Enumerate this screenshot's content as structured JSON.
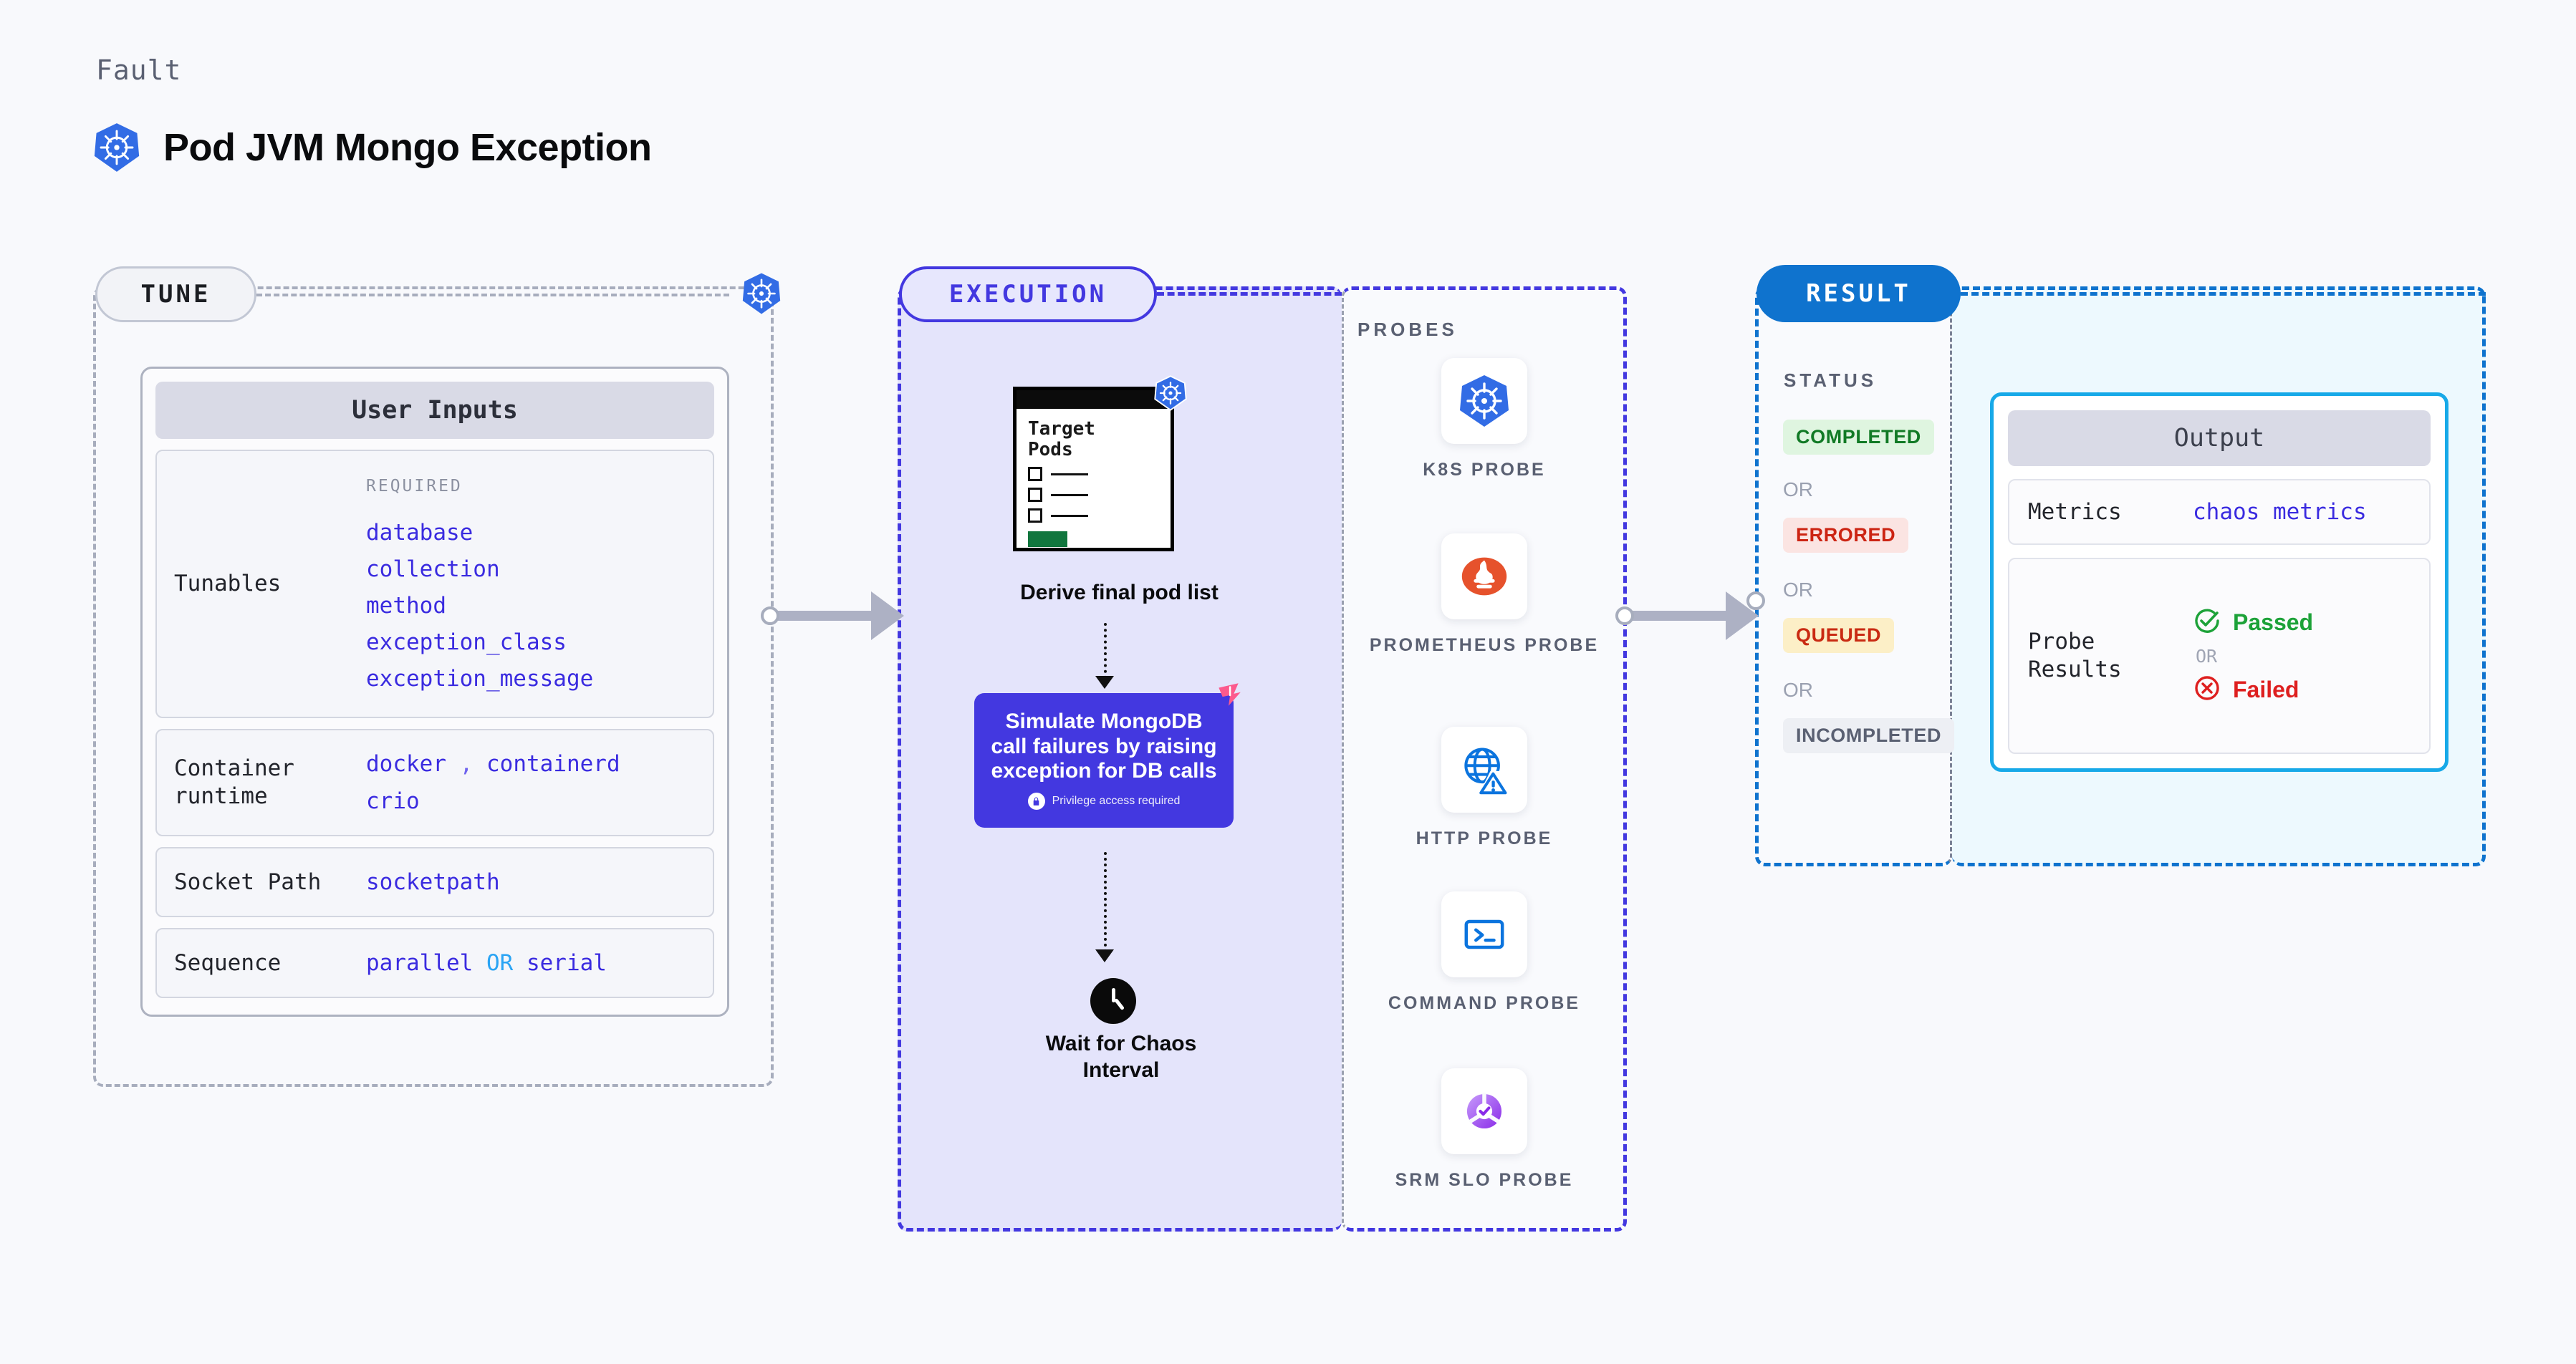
{
  "header": {
    "kicker": "Fault",
    "title": "Pod JVM Mongo Exception",
    "icon": "kubernetes-icon"
  },
  "stages": {
    "tune_label": "TUNE",
    "execution_label": "EXECUTION",
    "result_label": "RESULT"
  },
  "tune": {
    "card_title": "User Inputs",
    "tunables": {
      "label": "Tunables",
      "required_caption": "REQUIRED",
      "items": [
        "database",
        "collection",
        "method",
        "exception_class",
        "exception_message"
      ]
    },
    "rows": [
      {
        "label": "Container runtime",
        "values_line1": "docker",
        "separator": ",",
        "values_line1b": "containerd",
        "values_line2": "crio"
      },
      {
        "label": "Socket Path",
        "value": "socketpath"
      },
      {
        "label": "Sequence",
        "value_a": "parallel",
        "conjunction": "OR",
        "value_b": "serial"
      }
    ]
  },
  "execution": {
    "target_pods_card": {
      "title_line1": "Target",
      "title_line2": "Pods",
      "icon": "kubernetes-icon"
    },
    "derive_caption": "Derive final pod list",
    "simulate_box": {
      "text": "Simulate MongoDB call failures by raising exception for DB calls",
      "privilege_note": "Privilege access required",
      "lock_icon": "lock-icon",
      "flag_icon": "chaos-flag-icon",
      "color": "#4338E0"
    },
    "wait_caption_line1": "Wait for Chaos",
    "wait_caption_line2": "Interval",
    "clock_icon": "clock-icon"
  },
  "probes": {
    "title": "PROBES",
    "items": [
      {
        "label": "K8S PROBE",
        "icon": "kubernetes-icon"
      },
      {
        "label": "PROMETHEUS PROBE",
        "icon": "prometheus-icon"
      },
      {
        "label": "HTTP PROBE",
        "icon": "globe-warning-icon"
      },
      {
        "label": "COMMAND PROBE",
        "icon": "terminal-icon"
      },
      {
        "label": "SRM SLO PROBE",
        "icon": "srm-slo-icon"
      }
    ]
  },
  "result": {
    "status_title": "STATUS",
    "or_label": "OR",
    "statuses": [
      {
        "label": "COMPLETED",
        "bg": "#DFF5E0",
        "fg": "#117A25"
      },
      {
        "label": "ERRORED",
        "bg": "#FBE4E2",
        "fg": "#CC2413"
      },
      {
        "label": "QUEUED",
        "bg": "#FCEFC7",
        "fg": "#C92A12"
      },
      {
        "label": "INCOMPLETED",
        "bg": "#EDEFF4",
        "fg": "#5A6072"
      }
    ]
  },
  "output": {
    "card_title": "Output",
    "metrics_label": "Metrics",
    "metrics_value": "chaos metrics",
    "probe_results_label": "Probe Results",
    "passed_label": "Passed",
    "or_label": "OR",
    "failed_label": "Failed",
    "passed_icon": "check-circle-icon",
    "failed_icon": "x-circle-icon"
  },
  "colors": {
    "accent_purple": "#4338E0",
    "accent_blue": "#0F73CE",
    "accent_cyan": "#17A9E8",
    "k8s_blue": "#326CE5",
    "code_purple": "#3A2BE0",
    "muted": "#9AA0B0"
  }
}
